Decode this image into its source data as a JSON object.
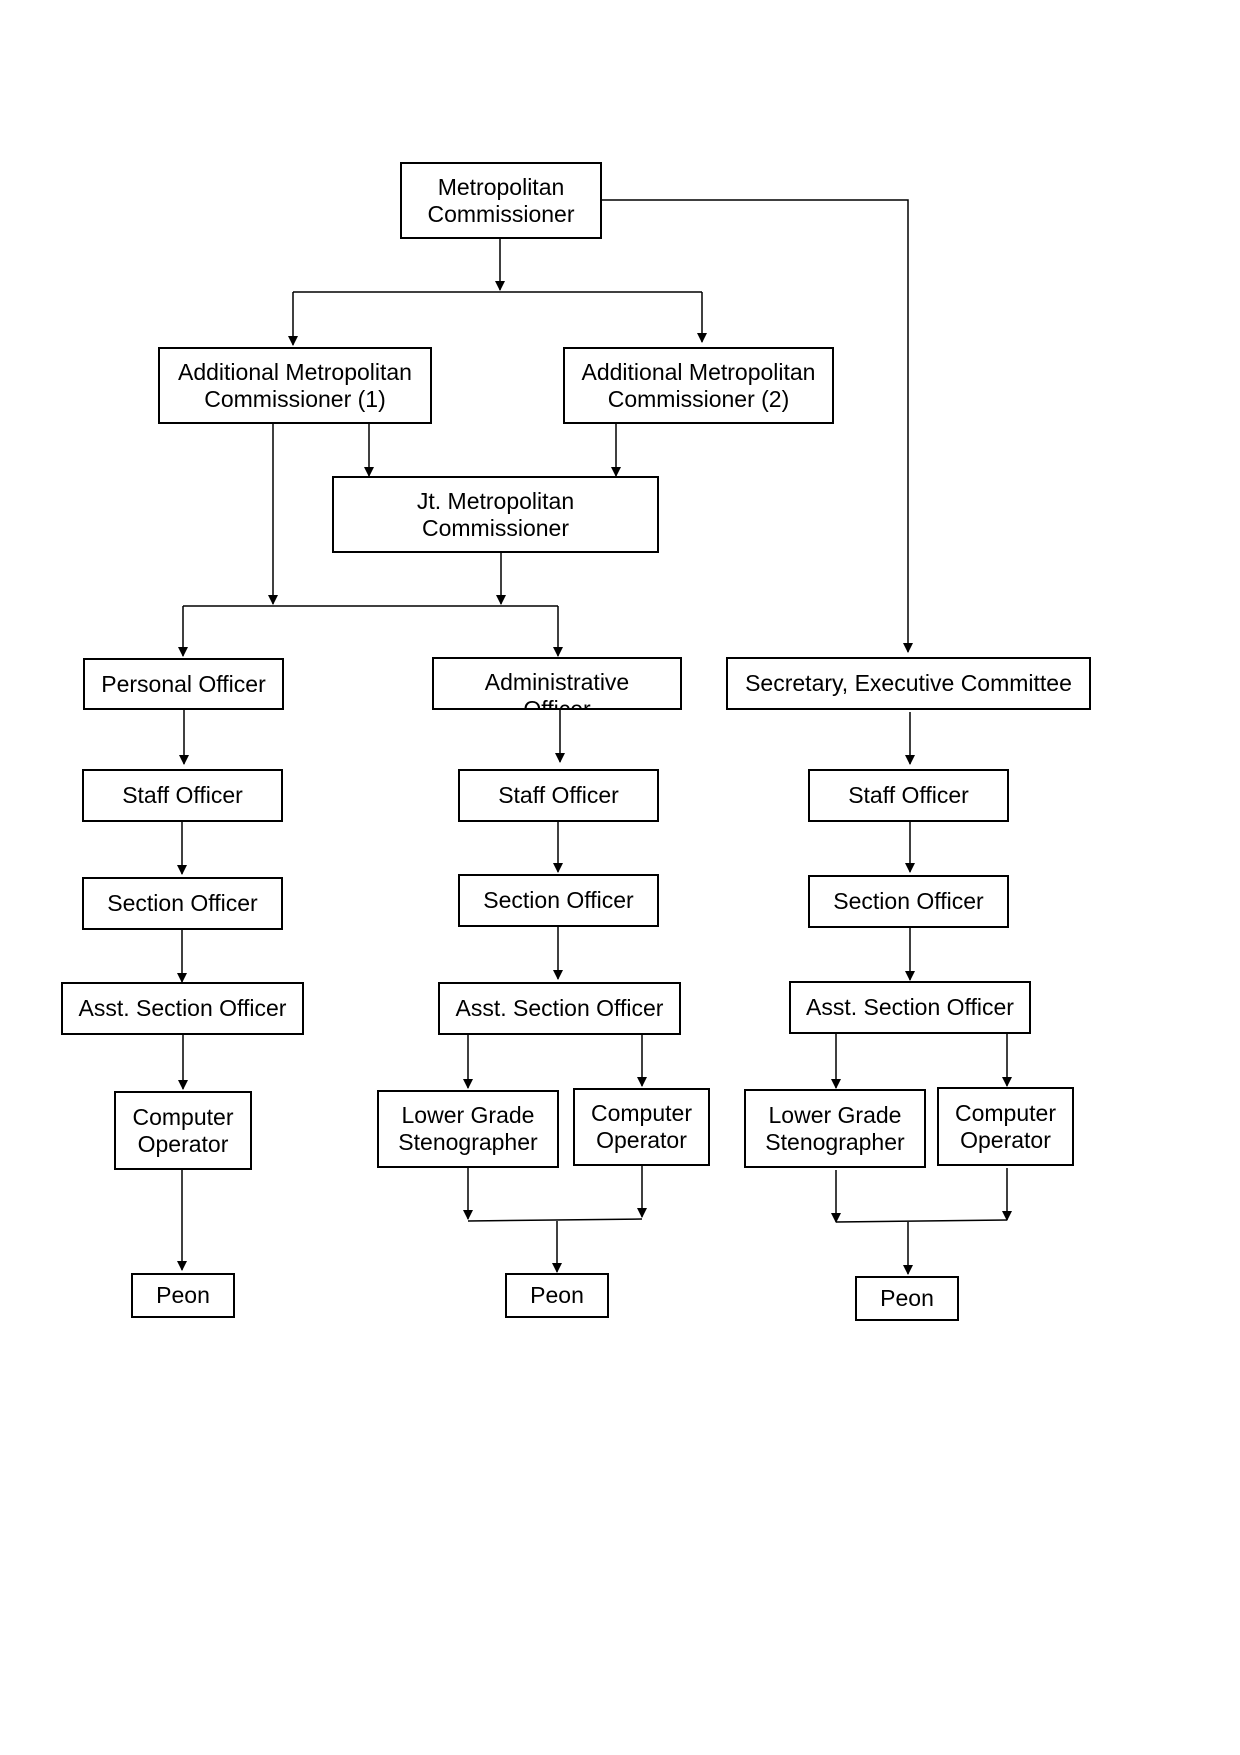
{
  "nodes": {
    "mc": "Metropolitan\nCommissioner",
    "amc1": "Additional Metropolitan\nCommissioner (1)",
    "amc2": "Additional Metropolitan\nCommissioner (2)",
    "jmc": "Jt. Metropolitan\nCommissioner",
    "personal_officer": "Personal Officer",
    "administrative_officer": "Administrative\nOfficer",
    "secretary_ec": "Secretary, Executive Committee",
    "col1": {
      "staff_officer": "Staff Officer",
      "section_officer": "Section Officer",
      "asst_section_officer": "Asst. Section Officer",
      "computer_operator": "Computer\nOperator",
      "peon": "Peon"
    },
    "col2": {
      "staff_officer": "Staff Officer",
      "section_officer": "Section Officer",
      "asst_section_officer": "Asst. Section Officer",
      "lower_grade_stenographer": "Lower Grade\nStenographer",
      "computer_operator": "Computer\nOperator",
      "peon": "Peon"
    },
    "col3": {
      "staff_officer": "Staff Officer",
      "section_officer": "Section Officer",
      "asst_section_officer": "Asst. Section Officer",
      "lower_grade_stenographer": "Lower Grade\nStenographer",
      "computer_operator": "Computer\nOperator",
      "peon": "Peon"
    }
  }
}
